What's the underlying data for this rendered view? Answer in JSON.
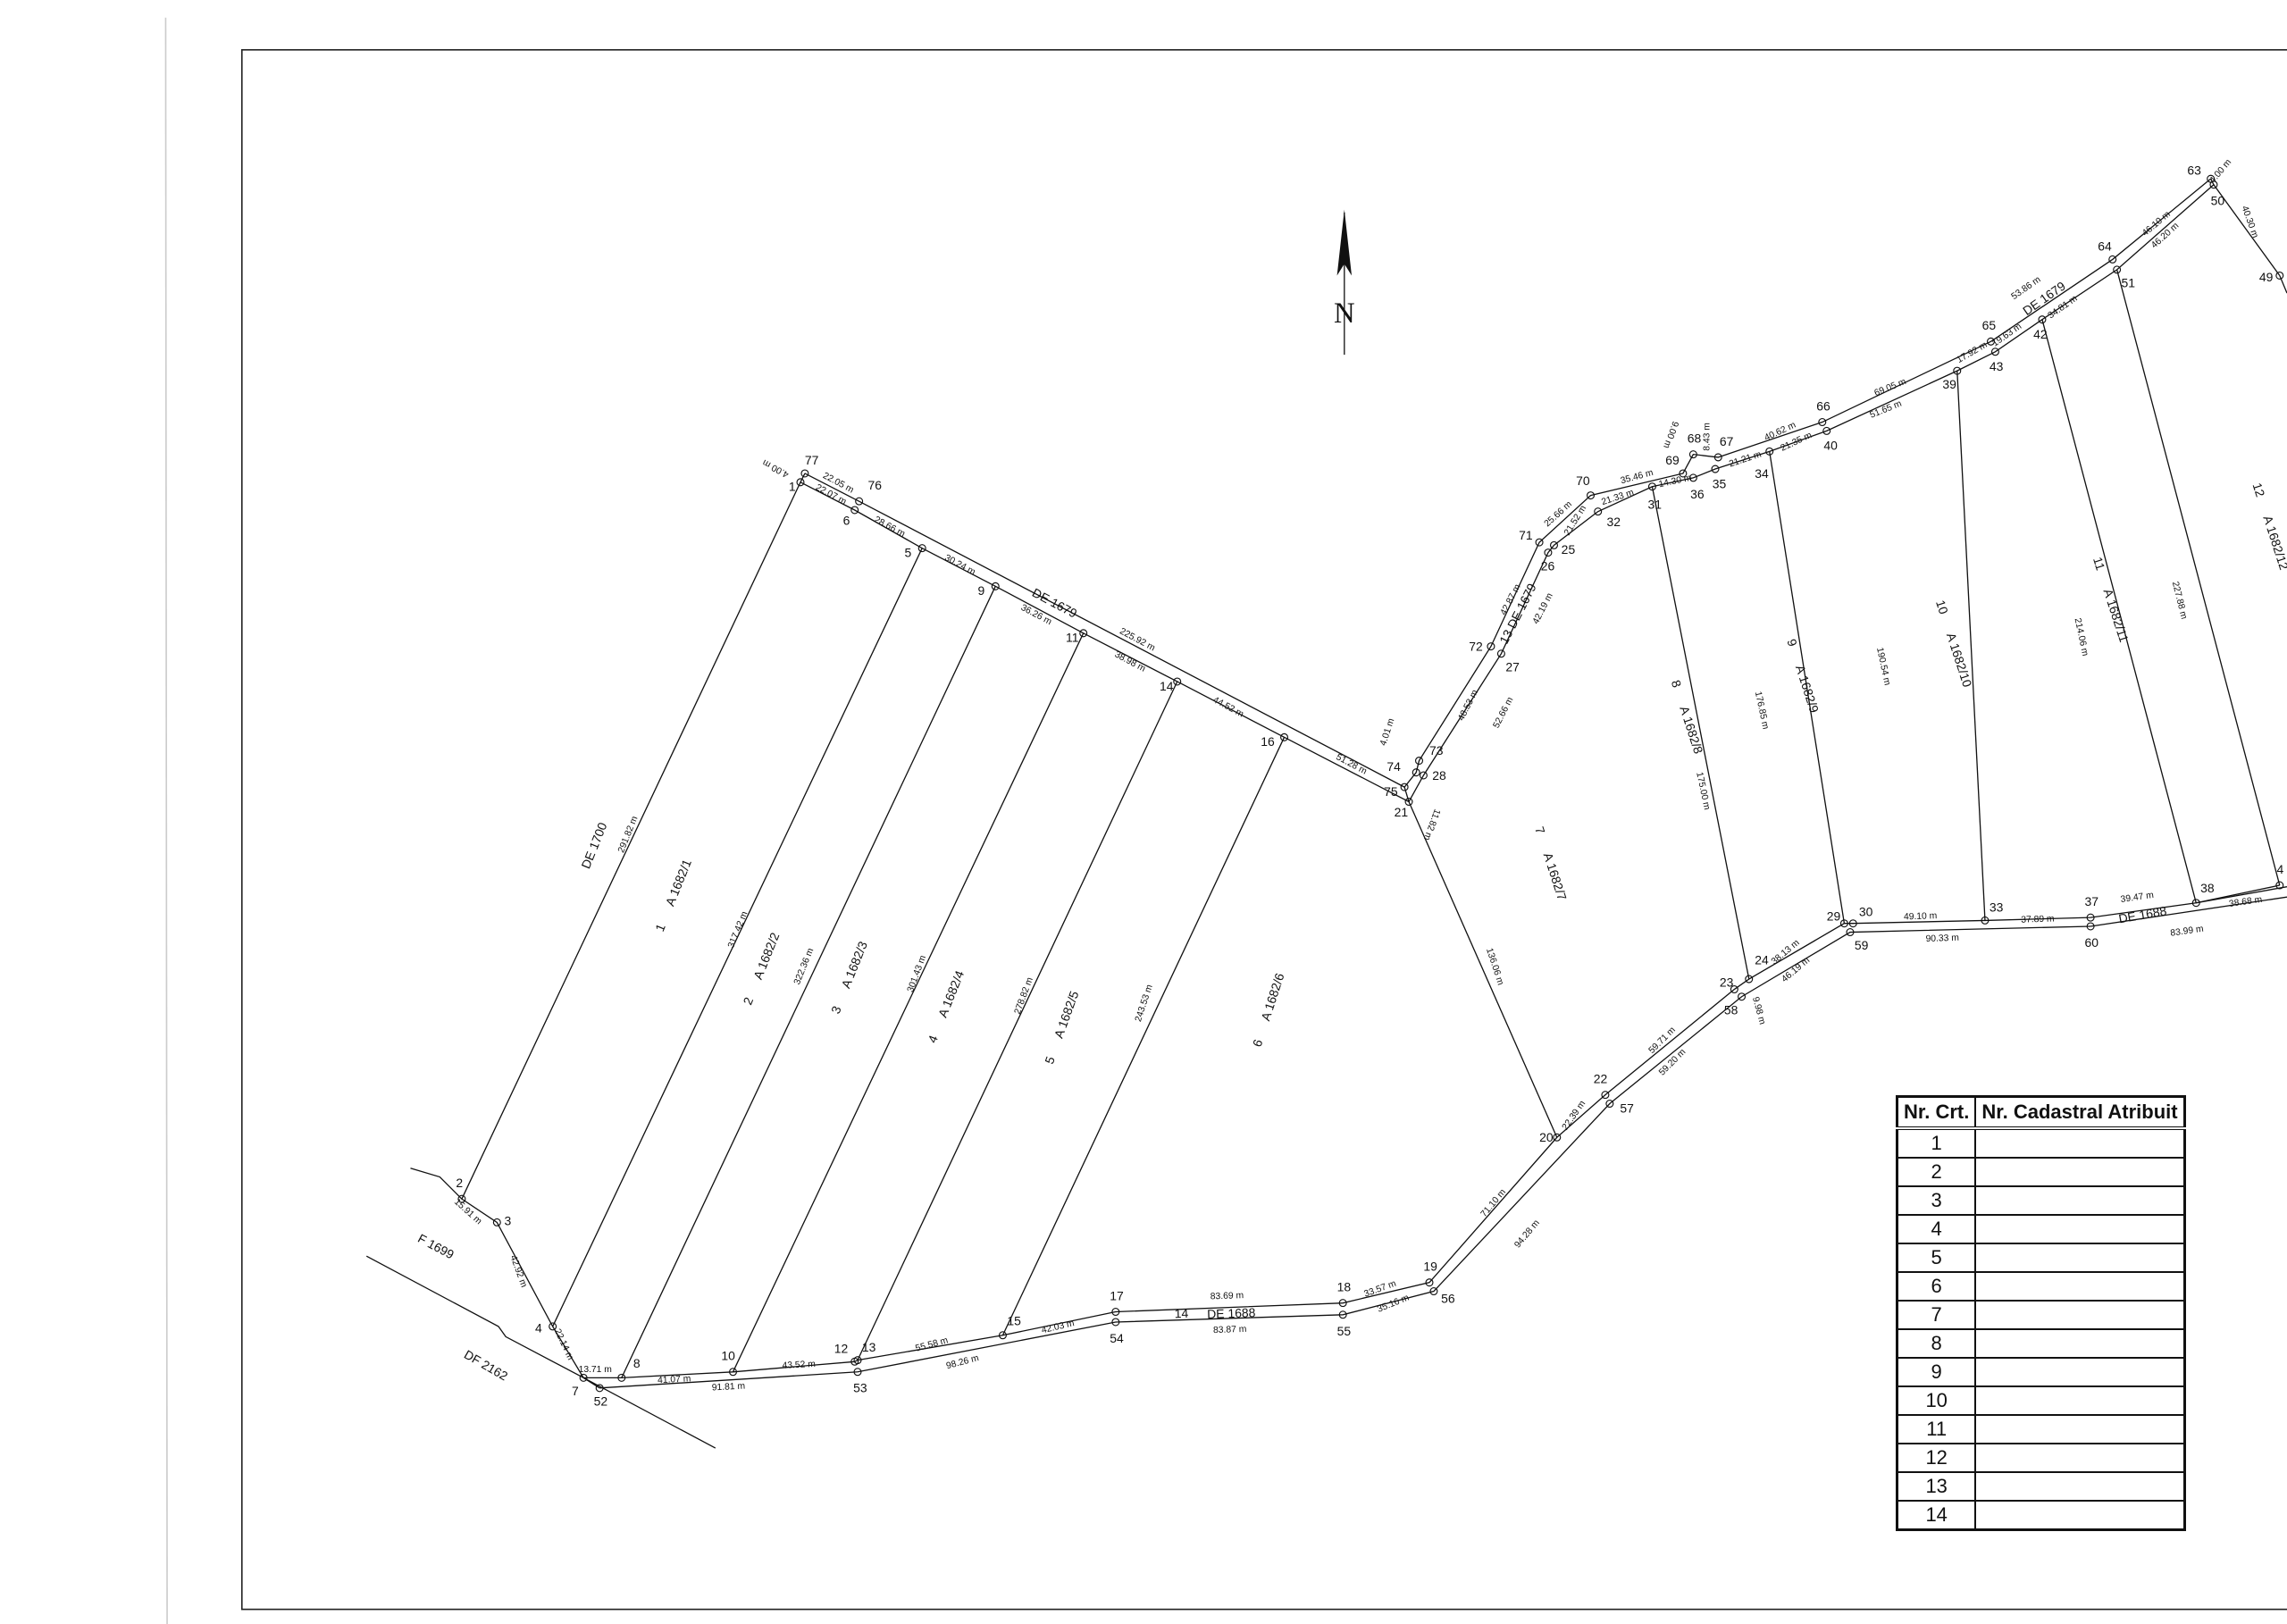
{
  "north_label": "N",
  "points": [
    "77",
    "1",
    "76",
    "6",
    "5",
    "9",
    "11",
    "14",
    "16",
    "75",
    "74",
    "73",
    "28",
    "21",
    "2",
    "3",
    "4",
    "7",
    "52",
    "8",
    "10",
    "12",
    "13",
    "53",
    "15",
    "17",
    "54",
    "18",
    "55",
    "19",
    "56",
    "20",
    "22",
    "57",
    "23",
    "24",
    "58",
    "29",
    "30",
    "59",
    "33",
    "37",
    "60",
    "38",
    "4",
    "27",
    "72",
    "71",
    "26",
    "25",
    "70",
    "32",
    "31",
    "69",
    "68",
    "67",
    "36",
    "35",
    "34",
    "66",
    "40",
    "39",
    "65",
    "43",
    "42",
    "64",
    "51",
    "63",
    "50",
    "49"
  ],
  "distances": [
    "4.00 m",
    "22.05 m",
    "22.07 m",
    "28.66 m",
    "30.24 m",
    "36.26 m",
    "225.92 m",
    "38.98 m",
    "44.52 m",
    "51.28 m",
    "4.01 m",
    "11.82 m",
    "48.53 m",
    "52.66 m",
    "42.87 m",
    "42.19 m",
    "25.66 m",
    "21.52 m",
    "35.46 m",
    "21.33 m",
    "14.30 m",
    "9.00 m",
    "8.43 m",
    "21.21 m",
    "40.62 m",
    "21.35 m",
    "69.05 m",
    "51.65 m",
    "17.92 m",
    "19.63 m",
    "53.86 m",
    "34.81 m",
    "46.10 m",
    "46.20 m",
    "4.00 m",
    "40.30 m",
    "15.91 m",
    "42.92 m",
    "22.14 m",
    "13.71 m",
    "41.07 m",
    "91.81 m",
    "43.52 m",
    "55.58 m",
    "98.26 m",
    "42.03 m",
    "83.69 m",
    "83.87 m",
    "33.57 m",
    "35.16 m",
    "71.10 m",
    "94.28 m",
    "22.39 m",
    "59.71 m",
    "59.20 m",
    "9.98 m",
    "38.13 m",
    "46.19 m",
    "49.10 m",
    "37.89 m",
    "90.33 m",
    "39.47 m",
    "83.99 m",
    "38.68 m",
    "291.82 m",
    "317.42 m",
    "322.36 m",
    "301.43 m",
    "278.82 m",
    "243.53 m",
    "136.06 m",
    "175.00 m",
    "176.85 m",
    "190.54 m",
    "214.06 m",
    "227.88 m"
  ],
  "parcels": [
    {
      "num": "1",
      "cad": "A 1682/1"
    },
    {
      "num": "2",
      "cad": "A 1682/2"
    },
    {
      "num": "3",
      "cad": "A 1682/3"
    },
    {
      "num": "4",
      "cad": "A 1682/4"
    },
    {
      "num": "5",
      "cad": "A 1682/5"
    },
    {
      "num": "6",
      "cad": "A 1682/6"
    },
    {
      "num": "7",
      "cad": "A 1682/7"
    },
    {
      "num": "8",
      "cad": "A 1682/8"
    },
    {
      "num": "9",
      "cad": "A 1682/9"
    },
    {
      "num": "10",
      "cad": "A 1682/10"
    },
    {
      "num": "11",
      "cad": "A 1682/11"
    },
    {
      "num": "12",
      "cad": "A 1682/12"
    }
  ],
  "roads": [
    "DE 1700",
    "DE 1679",
    "13 DE 1679",
    "DE 1679",
    "14",
    "DE 1688",
    "DE 1688",
    "F 1699",
    "DF 2162"
  ],
  "table": {
    "headers": [
      "Nr. Crt.",
      "Nr. Cadastral Atribuit"
    ],
    "rows": [
      {
        "nr": "1",
        "cad": ""
      },
      {
        "nr": "2",
        "cad": ""
      },
      {
        "nr": "3",
        "cad": ""
      },
      {
        "nr": "4",
        "cad": ""
      },
      {
        "nr": "5",
        "cad": ""
      },
      {
        "nr": "6",
        "cad": ""
      },
      {
        "nr": "7",
        "cad": ""
      },
      {
        "nr": "8",
        "cad": ""
      },
      {
        "nr": "9",
        "cad": ""
      },
      {
        "nr": "10",
        "cad": ""
      },
      {
        "nr": "11",
        "cad": ""
      },
      {
        "nr": "12",
        "cad": ""
      },
      {
        "nr": "13",
        "cad": ""
      },
      {
        "nr": "14",
        "cad": ""
      }
    ]
  }
}
